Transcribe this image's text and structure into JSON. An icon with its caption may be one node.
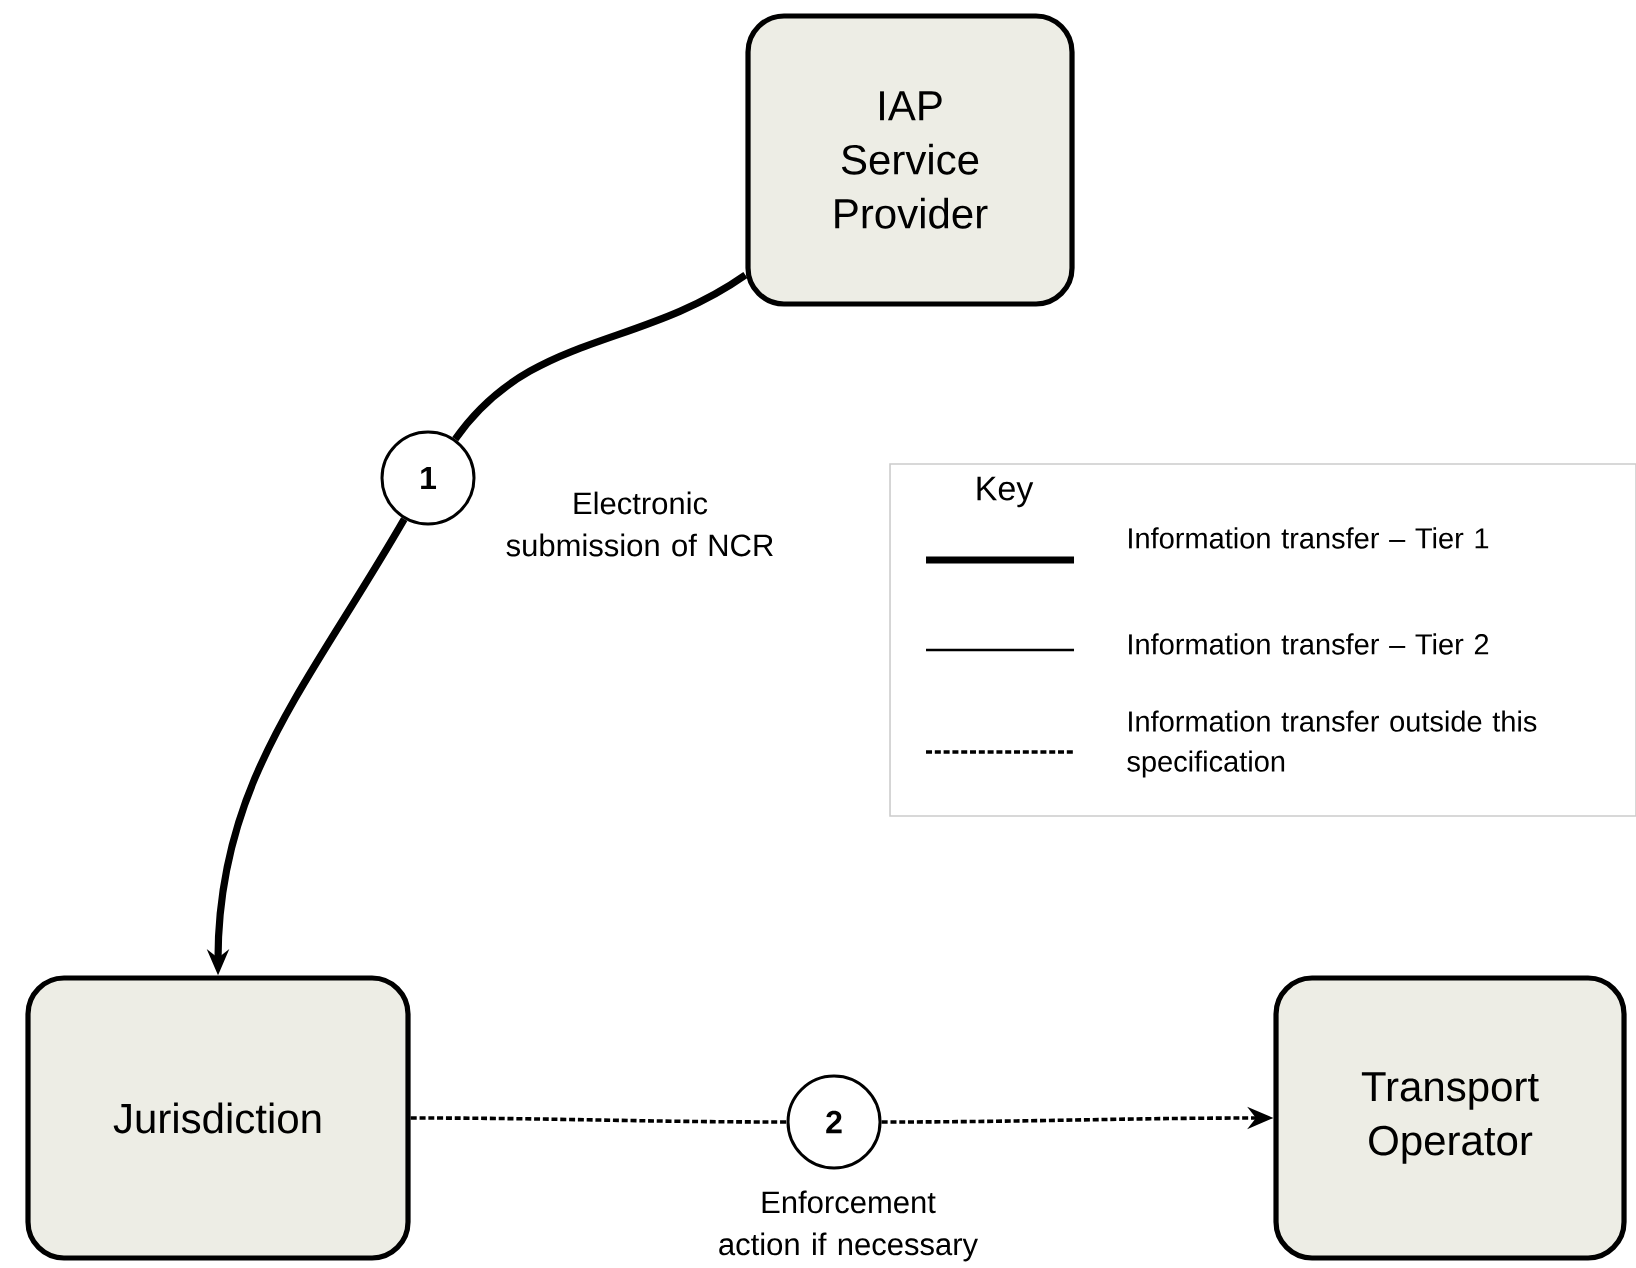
{
  "diagram": {
    "nodes": [
      {
        "text": [
          "IAP Service Provider"
        ]
      },
      {
        "text": [
          "Jurisdiction"
        ]
      },
      {
        "text": [
          "Transport Operator"
        ]
      },
      {
        "text": [
          "1"
        ],
        "beside": [
          "Electronic submission of NCR"
        ]
      },
      {
        "text": [
          "2"
        ],
        "beside": [
          "Enforcement action if necessary"
        ]
      }
    ],
    "edges": [
      {
        "from": 0,
        "to": 3,
        "arrow": "none",
        "style": "thick"
      },
      {
        "from": 3,
        "to": 1,
        "arrow": "to",
        "style": "thick"
      },
      {
        "from": 1,
        "to": 4,
        "arrow": "none",
        "style": "dashed"
      },
      {
        "from": 4,
        "to": 2,
        "arrow": "to",
        "style": "dashed"
      }
    ],
    "labels": [
      "Key"
    ],
    "legend": [
      {
        "text": "Information transfer – Tier 1"
      },
      {
        "text": "Information transfer – Tier 2"
      },
      {
        "text": "Information transfer outside this specification"
      }
    ]
  }
}
